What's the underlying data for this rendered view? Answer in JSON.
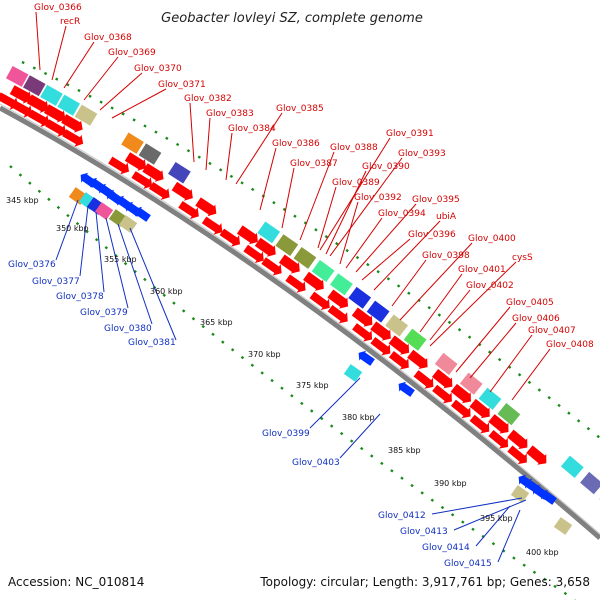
{
  "title": "Geobacter lovleyi SZ, complete genome",
  "accession_text": "Accession: NC_010814",
  "topology_text": "Topology: circular; Length: 3,917,761 bp; Genes: 3,658",
  "scale_labels": [
    "345 kbp",
    "350 kbp",
    "355 kbp",
    "360 kbp",
    "365 kbp",
    "370 kbp",
    "375 kbp",
    "380 kbp",
    "385 kbp",
    "390 kbp",
    "395 kbp",
    "400 kbp"
  ],
  "forward_gene_labels": [
    "Glov_0366",
    "recR",
    "Glov_0368",
    "Glov_0369",
    "Glov_0370",
    "Glov_0371",
    "Glov_0382",
    "Glov_0383",
    "Glov_0384",
    "Glov_0385",
    "Glov_0386",
    "Glov_0387",
    "Glov_0388",
    "Glov_0391",
    "Glov_0393",
    "Glov_0390",
    "Glov_0389",
    "Glov_0392",
    "Glov_0395",
    "Glov_0394",
    "ubiA",
    "Glov_0396",
    "Glov_0400",
    "cysS",
    "Glov_0398",
    "Glov_0401",
    "Glov_0402",
    "Glov_0405",
    "Glov_0406",
    "Glov_0407",
    "Glov_0408"
  ],
  "reverse_gene_labels": [
    "Glov_0376",
    "Glov_0377",
    "Glov_0378",
    "Glov_0379",
    "Glov_0380",
    "Glov_0381",
    "Glov_0399",
    "Glov_0403",
    "Glov_0412",
    "Glov_0413",
    "Glov_0414",
    "Glov_0415"
  ],
  "colors": {
    "forward_label": "#d40000",
    "reverse_label": "#1030c0",
    "backbone": "#808080",
    "scale_ticks": "#1a8a1a",
    "forward_arrow": "#ff0000",
    "reverse_arrow": "#0033ff"
  }
}
